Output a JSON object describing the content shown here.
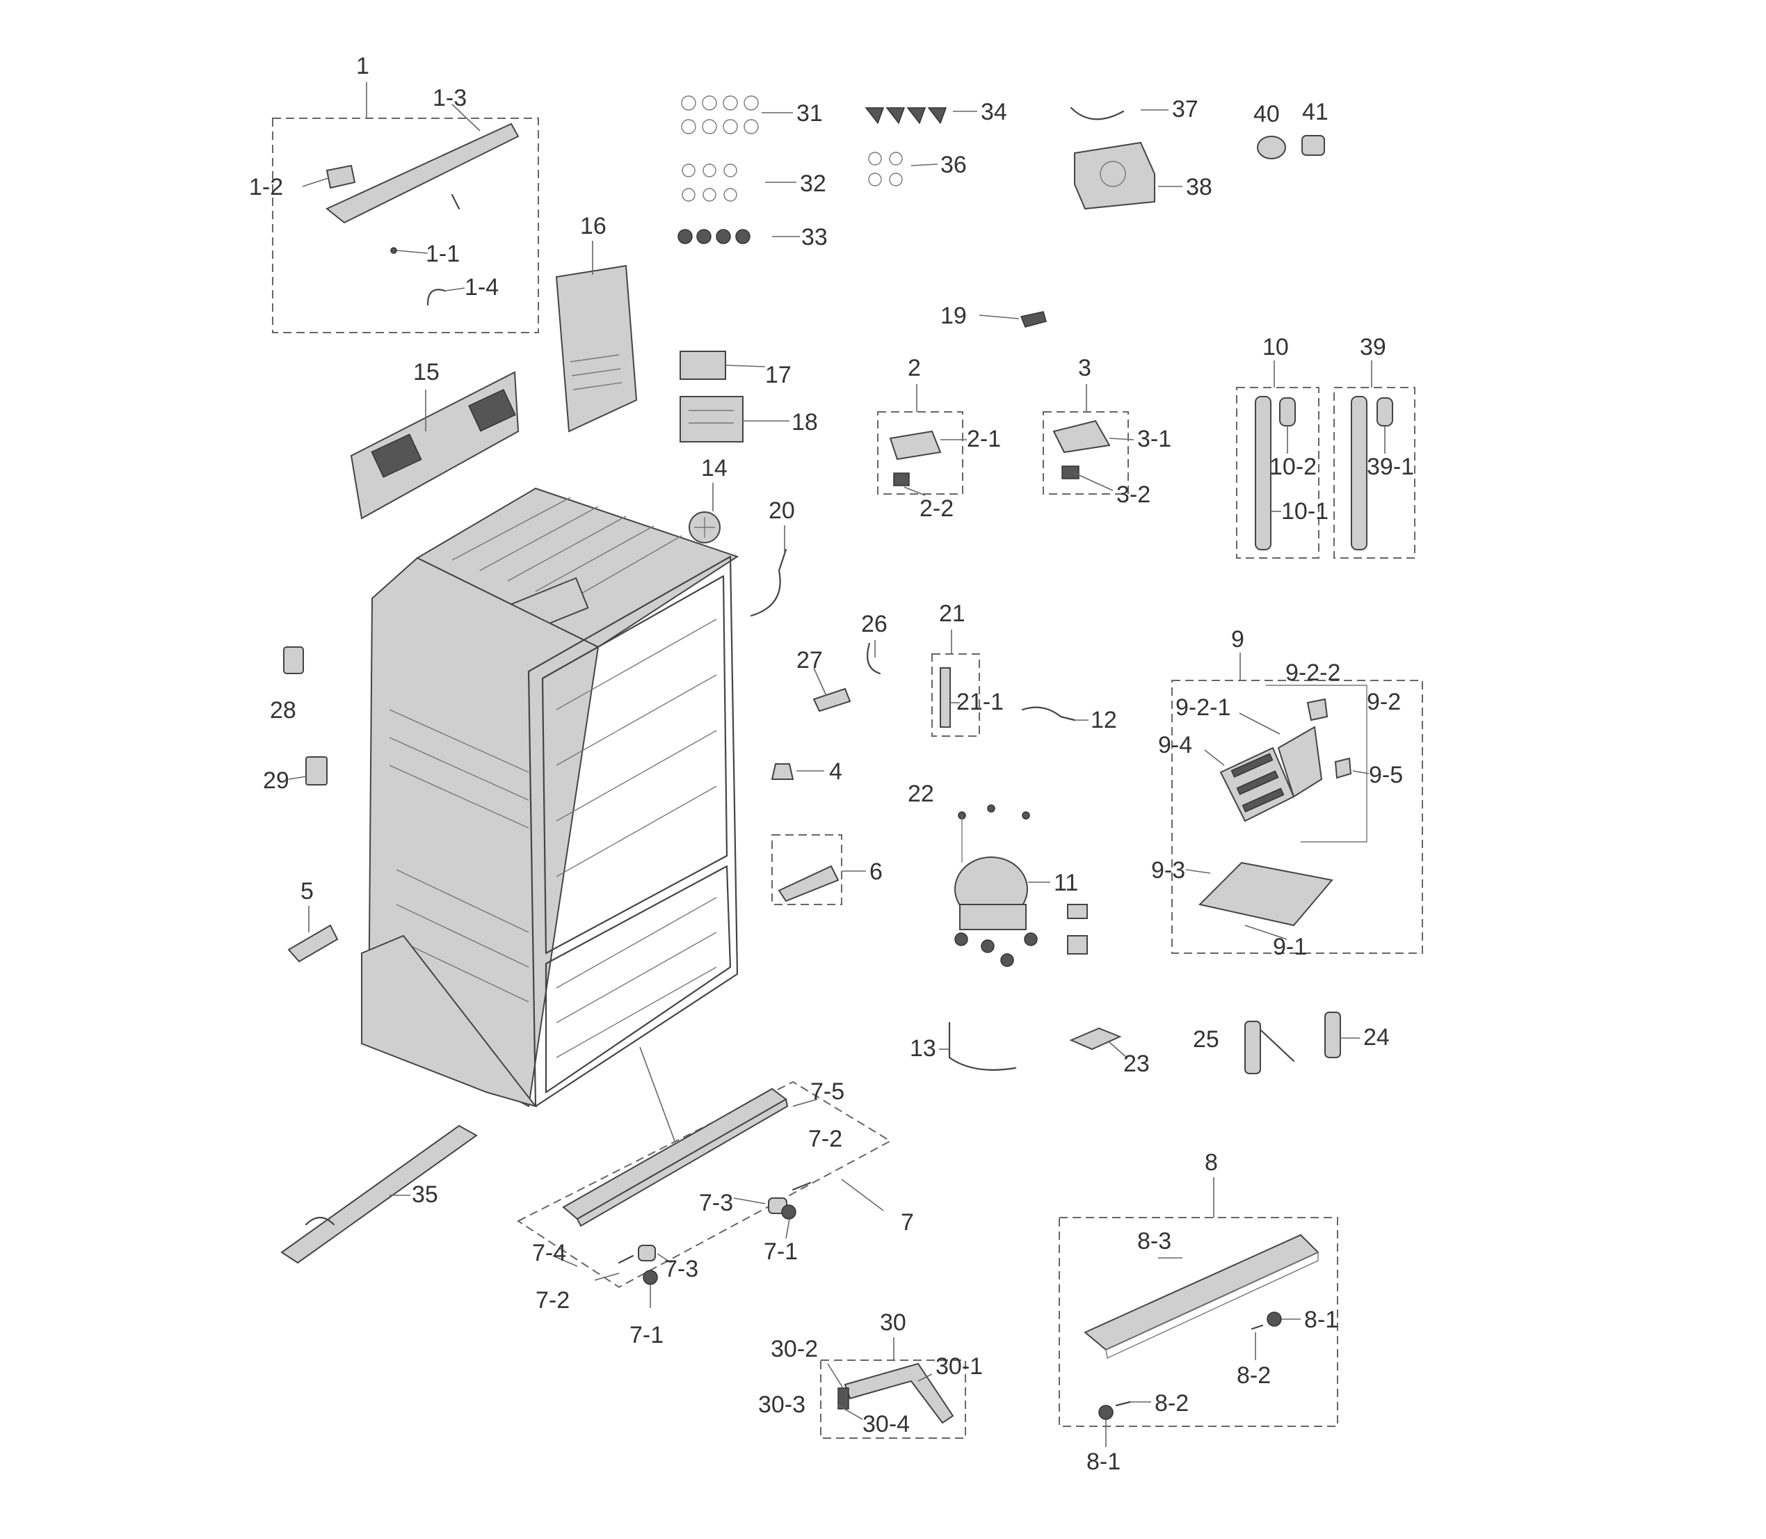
{
  "labels": {
    "1": "1",
    "1-1": "1-1",
    "1-2": "1-2",
    "1-3": "1-3",
    "1-4": "1-4",
    "2": "2",
    "2-1": "2-1",
    "2-2": "2-2",
    "3": "3",
    "3-1": "3-1",
    "3-2": "3-2",
    "4": "4",
    "5": "5",
    "6": "6",
    "7": "7",
    "7-1a": "7-1",
    "7-1b": "7-1",
    "7-2a": "7-2",
    "7-2b": "7-2",
    "7-3a": "7-3",
    "7-3b": "7-3",
    "7-4": "7-4",
    "7-5": "7-5",
    "8": "8",
    "8-1a": "8-1",
    "8-1b": "8-1",
    "8-2a": "8-2",
    "8-2b": "8-2",
    "8-3": "8-3",
    "9": "9",
    "9-1": "9-1",
    "9-2": "9-2",
    "9-2-1": "9-2-1",
    "9-2-2": "9-2-2",
    "9-3": "9-3",
    "9-4": "9-4",
    "9-5": "9-5",
    "10": "10",
    "10-1": "10-1",
    "10-2": "10-2",
    "11": "11",
    "12": "12",
    "13": "13",
    "14": "14",
    "15": "15",
    "16": "16",
    "17": "17",
    "18": "18",
    "19": "19",
    "20": "20",
    "21": "21",
    "21-1": "21-1",
    "22": "22",
    "23": "23",
    "24": "24",
    "25": "25",
    "26": "26",
    "27": "27",
    "28": "28",
    "29": "29",
    "30": "30",
    "30-1": "30-1",
    "30-2": "30-2",
    "30-3": "30-3",
    "30-4": "30-4",
    "31": "31",
    "32": "32",
    "33": "33",
    "34": "34",
    "35": "35",
    "36": "36",
    "37": "37",
    "38": "38",
    "39": "39",
    "39-1": "39-1",
    "40": "40",
    "41": "41"
  }
}
